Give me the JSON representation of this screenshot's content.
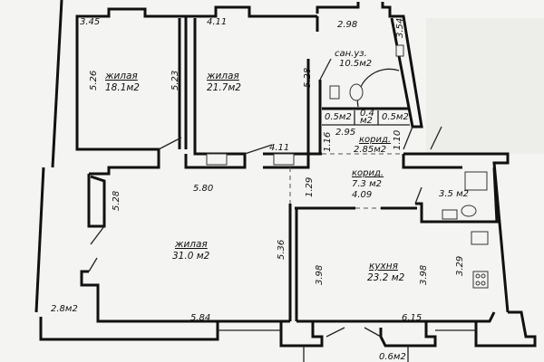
{
  "rooms": {
    "living1": {
      "name": "жилая",
      "area": "18.1м2",
      "dims": [
        "3.45",
        "5.26",
        "5.23"
      ]
    },
    "living2": {
      "name": "жилая",
      "area": "21.7м2",
      "dims": [
        "4.11",
        "5.28",
        "4.11"
      ]
    },
    "bathroom": {
      "name": "сан.уз.",
      "area": "10.5м2",
      "dims": [
        "2.98",
        "3.54"
      ]
    },
    "closets": [
      "0.5м2",
      "0.4",
      "м2",
      "0.5м2"
    ],
    "corridor1": {
      "name": "корид.",
      "area": "2.85м2",
      "dims": [
        "2.95",
        "1.16",
        "1.10"
      ]
    },
    "corridor2": {
      "name": "корид.",
      "area": "7.3 м2",
      "length": "4.09",
      "dims": [
        "1.29"
      ]
    },
    "wc": {
      "area": "3.5 м2"
    },
    "living3": {
      "name": "жилая",
      "area": "31.0 м2",
      "dims": [
        "5.80",
        "5.28",
        "5.36",
        "5.84"
      ]
    },
    "balcony_left": {
      "area": "2.8м2"
    },
    "kitchen": {
      "name": "кухня",
      "area": "23.2 м2",
      "dims": [
        "3.98",
        "3.98",
        "3.29",
        "6.15"
      ]
    },
    "balcony_bottom": {
      "area": "0.6м2"
    }
  }
}
